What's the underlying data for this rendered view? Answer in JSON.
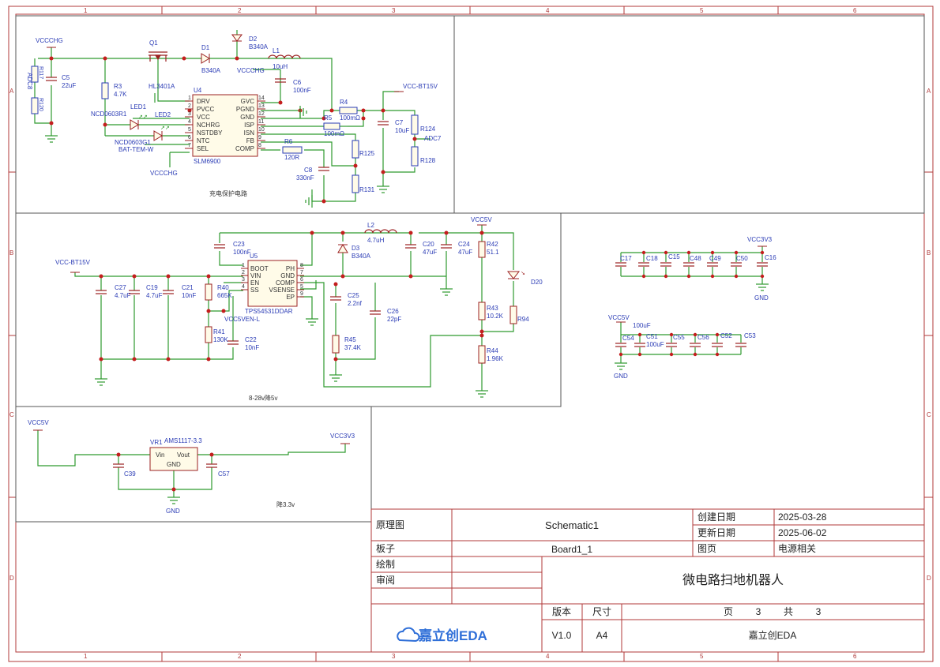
{
  "frame": {
    "col_labels": [
      "1",
      "2",
      "3",
      "4",
      "5",
      "6"
    ],
    "row_labels": [
      "A",
      "B",
      "C",
      "D"
    ]
  },
  "title_block": {
    "schematic_key": "原理图",
    "schematic_val": "Schematic1",
    "board_key": "板子",
    "board_val": "Board1_1",
    "draw_key": "绘制",
    "review_key": "审阅",
    "create_date_key": "创建日期",
    "create_date_val": "2025-03-28",
    "update_date_key": "更新日期",
    "update_date_val": "2025-06-02",
    "sheet_key": "图页",
    "sheet_val": "电源相关",
    "project_title": "微电路扫地机器人",
    "version_key": "版本",
    "size_key": "尺寸",
    "page_label": "页",
    "page_num": "3",
    "total_label": "共",
    "page_total": "3",
    "version_val": "V1.0",
    "size_val": "A4",
    "company": "嘉立创EDA",
    "logo_text": "嘉立创EDA"
  },
  "charger": {
    "caption": "充电保护电路",
    "nets": {
      "vccchg_top": "VCCCHG",
      "vccchg_mid": "VCCCHG",
      "vccchg_bot": "VCCCHG",
      "vcc_bt15v": "VCC-BT15V",
      "adc8": "ADC8",
      "adc7": "ADC7"
    },
    "parts": {
      "q1": "Q1",
      "q1_val": "HL3401A",
      "d1": "D1",
      "d1_val": "B340A",
      "d2": "D2",
      "d2_val": "B340A",
      "l1": "L1",
      "l1_val": "10uH",
      "c5": "C5",
      "c5_val": "22uF",
      "r3": "R3",
      "r3_val": "4.7K",
      "r117": "R117",
      "r120": "R120",
      "led1": "LED1",
      "led1_val": "NCD0603R1",
      "led2": "LED2",
      "led2_val": "NCD0603G1",
      "bat": "BAT-TEM-W",
      "c6": "C6",
      "c6_val": "100nF",
      "r4": "R4",
      "r4_val": "100mΩ",
      "r5": "R5",
      "r5_val": "100mΩ",
      "r6": "R6",
      "r6_val": "120R",
      "c7": "C7",
      "c7_val": "10uF",
      "c8": "C8",
      "c8_val": "330nF",
      "r124": "R124",
      "r128": "R128",
      "r125": "R125",
      "r131": "R131"
    },
    "u4": {
      "ref": "U4",
      "part": "SLM6900",
      "left_pins": [
        [
          "1",
          "DRV"
        ],
        [
          "2",
          "PVCC"
        ],
        [
          "3",
          "VCC"
        ],
        [
          "4",
          "NCHRG"
        ],
        [
          "5",
          "NSTDBY"
        ],
        [
          "6",
          "NTC"
        ],
        [
          "7",
          "SEL"
        ]
      ],
      "right_pins": [
        [
          "14",
          "GVC"
        ],
        [
          "13",
          "PGND"
        ],
        [
          "12",
          "GND"
        ],
        [
          "11",
          "ISP"
        ],
        [
          "10",
          "ISN"
        ],
        [
          "9",
          "FB"
        ],
        [
          "8",
          "COMP"
        ]
      ]
    }
  },
  "buck": {
    "caption": "8-28v降5v",
    "nets": {
      "vcc_bt15v": "VCC-BT15V",
      "vcc5v": "VCC5V",
      "vcc5ven": "VCC5VEN-L"
    },
    "parts": {
      "c23": "C23",
      "c23_val": "100nF",
      "l2": "L2",
      "l2_val": "4.7uH",
      "d3": "D3",
      "d3_val": "B340A",
      "c20": "C20",
      "c20_val": "47uF",
      "c24": "C24",
      "c24_val": "47uF",
      "r42": "R42",
      "r42_val": "51.1",
      "d20": "D20",
      "r43": "R43",
      "r43_val": "10.2K",
      "r44": "R44",
      "r44_val": "1.96K",
      "r94": "R94",
      "c27": "C27",
      "c27_val": "4.7uF",
      "c19": "C19",
      "c19_val": "4.7uF",
      "c21": "C21",
      "c21_val": "10nF",
      "r40": "R40",
      "r40_val": "665K",
      "r41": "R41",
      "r41_val": "130K",
      "c22": "C22",
      "c22_val": "10nF",
      "c25": "C25",
      "c25_val": "2.2nf",
      "c26": "C26",
      "c26_val": "22pF",
      "r45": "R45",
      "r45_val": "37.4K"
    },
    "u5": {
      "ref": "U5",
      "part": "TPS54531DDAR",
      "left_pins": [
        [
          "1",
          "BOOT"
        ],
        [
          "2",
          "VIN"
        ],
        [
          "3",
          "EN"
        ],
        [
          "4",
          "SS"
        ]
      ],
      "right_pins": [
        [
          "8",
          "PH"
        ],
        [
          "7",
          "GND"
        ],
        [
          "6",
          "COMP"
        ],
        [
          "5",
          "VSENSE"
        ],
        [
          "9",
          "EP"
        ]
      ]
    }
  },
  "ldo": {
    "caption": "降3.3v",
    "nets": {
      "vcc5v": "VCC5V",
      "vcc3v3": "VCC3V3",
      "gnd": "GND"
    },
    "parts": {
      "vr1": "VR1",
      "vr1_val": "AMS1117-3.3",
      "vin": "Vin",
      "vout": "Vout",
      "gnd_pin": "GND",
      "c39": "C39",
      "c57": "C57"
    }
  },
  "decoupling": {
    "row1": {
      "net": "VCC3V3",
      "gnd": "GND",
      "caps": [
        "C17",
        "C18",
        "C15",
        "C48",
        "C49",
        "C50",
        "C16"
      ]
    },
    "row2": {
      "net": "VCC5V",
      "gnd": "GND",
      "cap_top_val": "100uF",
      "caps": [
        "C54",
        "C51",
        "C55",
        "C56",
        "C52",
        "C53"
      ],
      "c51_val": "100uF"
    }
  }
}
